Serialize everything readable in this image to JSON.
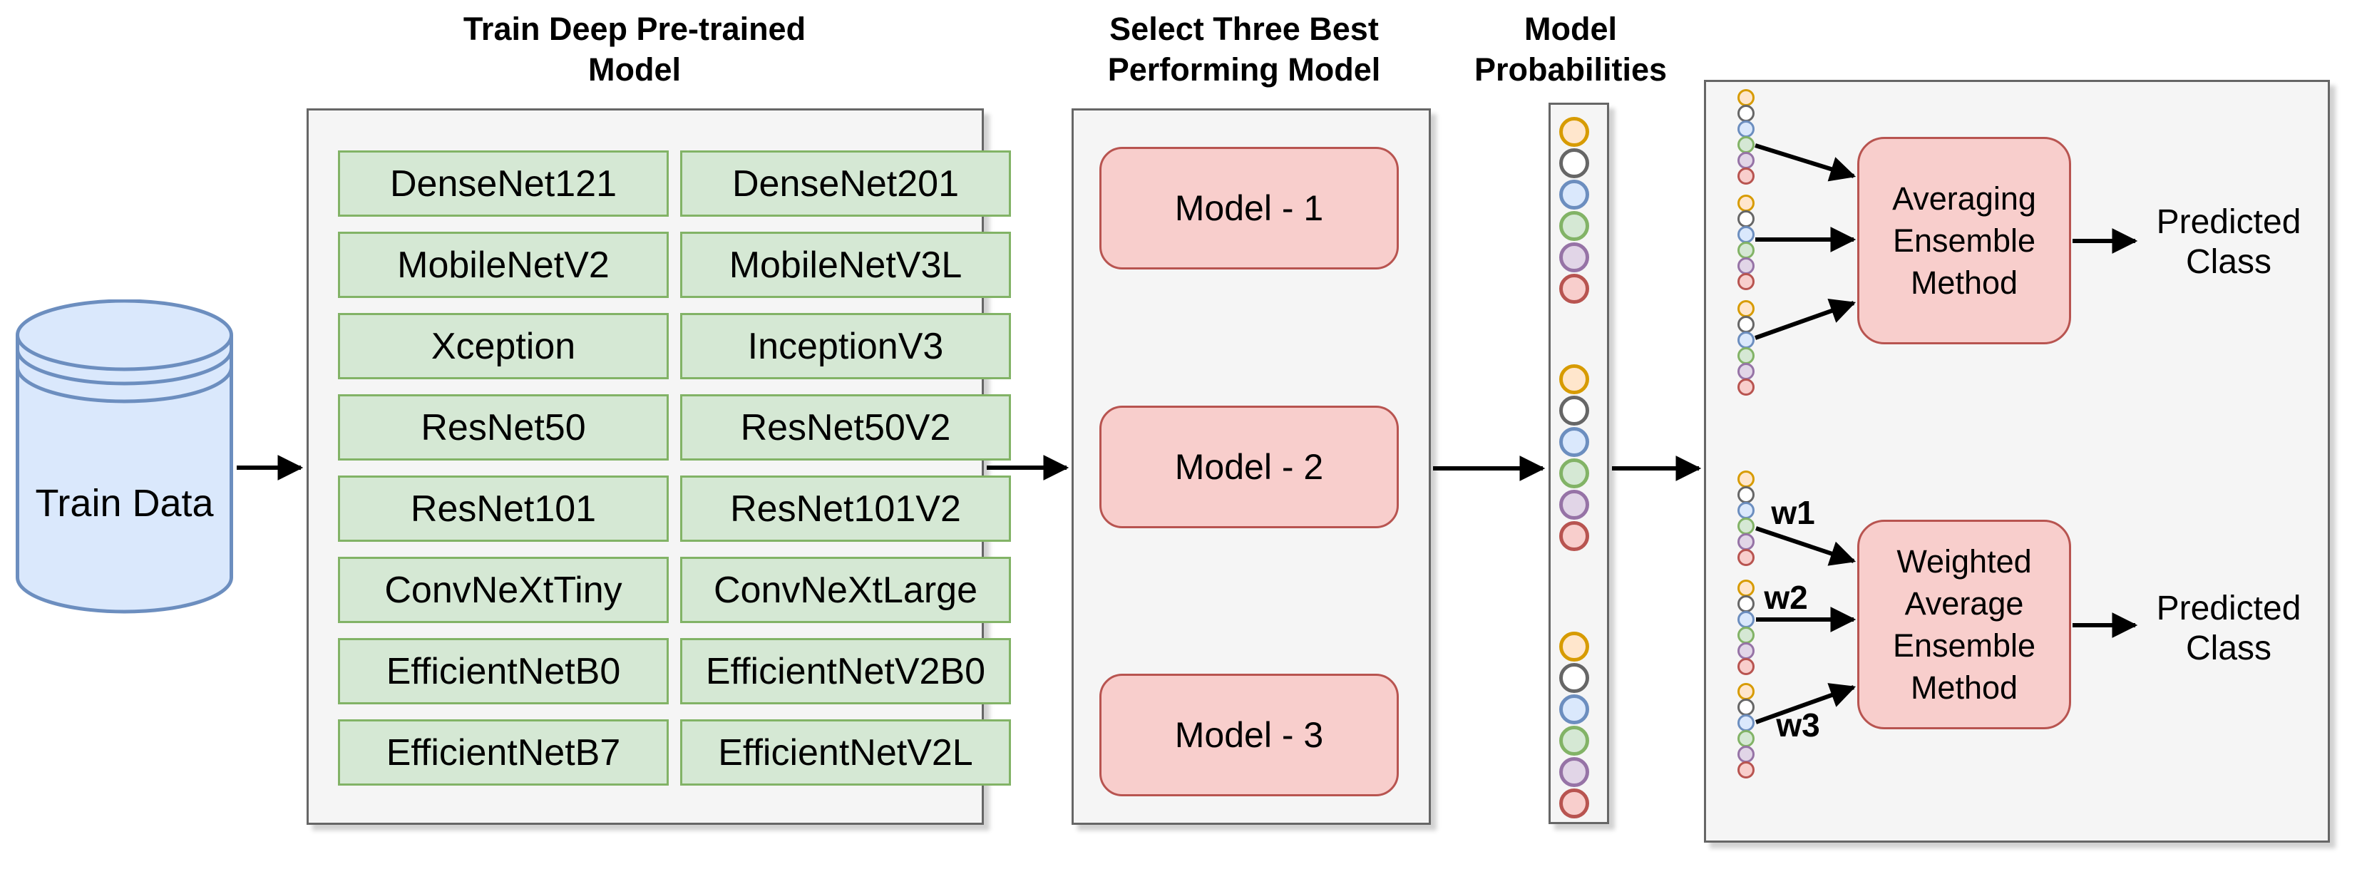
{
  "palette": {
    "orange": {
      "fill": "#FFE6CC",
      "stroke": "#D79B00"
    },
    "white": {
      "fill": "#FFFFFF",
      "stroke": "#666666"
    },
    "blue": {
      "fill": "#DAE8FC",
      "stroke": "#6C8EBF"
    },
    "green": {
      "fill": "#D5E8D4",
      "stroke": "#82B366"
    },
    "purple": {
      "fill": "#E1D5E7",
      "stroke": "#9673A6"
    },
    "red": {
      "fill": "#F8CECC",
      "stroke": "#B85450"
    }
  },
  "dot_sequence": [
    "orange",
    "white",
    "blue",
    "green",
    "purple",
    "red"
  ],
  "train_data": {
    "label": "Train Data"
  },
  "train_section": {
    "title_lines": [
      "Train Deep Pre-trained",
      "Model"
    ],
    "models": [
      "DenseNet121",
      "DenseNet201",
      "MobileNetV2",
      "MobileNetV3L",
      "Xception",
      "InceptionV3",
      "ResNet50",
      "ResNet50V2",
      "ResNet101",
      "ResNet101V2",
      "ConvNeXtTiny",
      "ConvNeXtLarge",
      "EfficientNetB0",
      "EfficientNetV2B0",
      "EfficientNetB7",
      "EfficientNetV2L"
    ]
  },
  "select_section": {
    "title_lines": [
      "Select Three Best",
      "Performing Model"
    ],
    "models": [
      "Model - 1",
      "Model - 2",
      "Model - 3"
    ]
  },
  "probabilities_section": {
    "title_lines": [
      "Model",
      "Probabilities"
    ]
  },
  "ensemble_section": {
    "averaging_label": "Averaging Ensemble Method",
    "weighted_label": "Weighted Average Ensemble Method",
    "weights": [
      "w1",
      "w2",
      "w3"
    ],
    "averaging_output": "Predicted Class",
    "weighted_output": "Predicted Class"
  }
}
